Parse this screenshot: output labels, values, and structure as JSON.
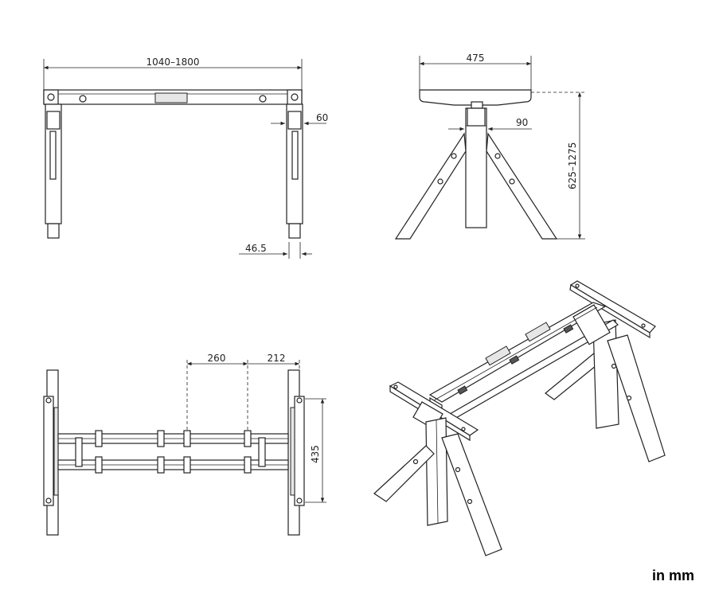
{
  "dimensions": {
    "front_width": "1040–1800",
    "leg_width": "60",
    "foot_offset": "46.5",
    "side_top_width": "475",
    "column_width": "90",
    "height_range": "625–1275",
    "beam_spacing": "260",
    "beam_offset": "212",
    "frame_depth": "435"
  },
  "units": "in mm"
}
